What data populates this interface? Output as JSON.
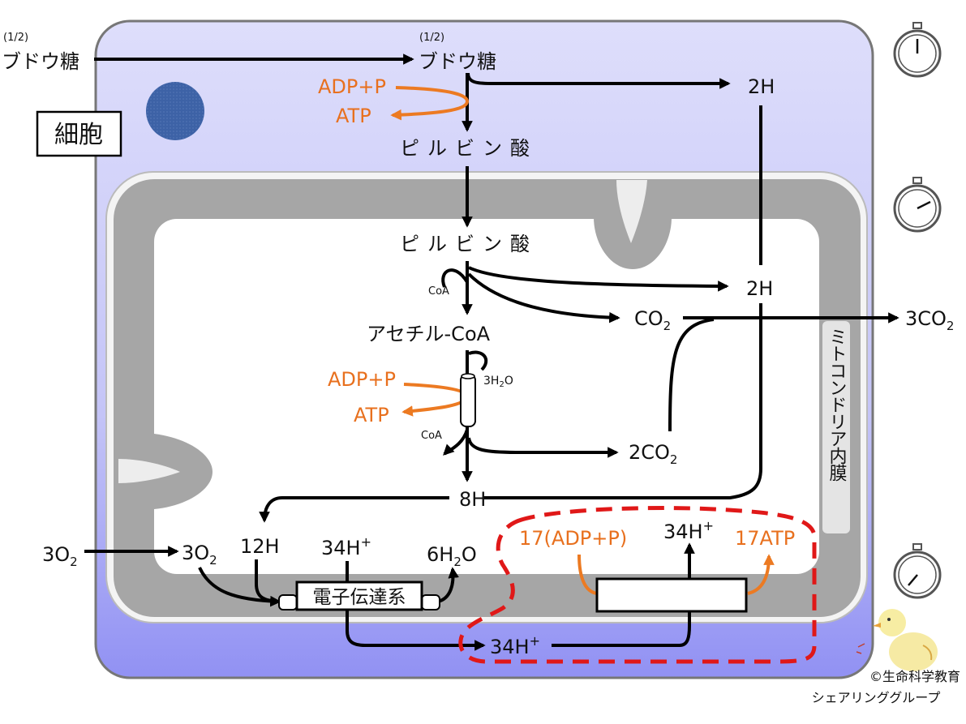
{
  "labels": {
    "cell": "細胞",
    "half_left": "(1/2)",
    "glucose_left": "ブドウ糖",
    "half_center": "(1/2)",
    "glucose_center": "ブドウ糖",
    "adp_p_top": "ADP+P",
    "atp_top": "ATP",
    "h2_top": "2H",
    "pyruvate_cyto": "ピルビン酸",
    "pyruvate_mito": "ピルビン酸",
    "coa_in": "CoA",
    "h2_mid": "2H",
    "co2": "CO",
    "co2_sub": "2",
    "co2_out": "3CO",
    "co2_out_sub": "2",
    "acetyl_coa": "アセチル-CoA",
    "adp_p_mid": "ADP+P",
    "atp_mid": "ATP",
    "water3": "3H",
    "water3_sub": "2",
    "water3_o": "O",
    "coa_out": "CoA",
    "co2_2": "2CO",
    "co2_2_sub": "2",
    "h8": "8H",
    "o2_out": "3O",
    "o2_out_sub": "2",
    "o2_in": "3O",
    "o2_in_sub": "2",
    "h12": "12H",
    "h34_left": "34H",
    "h34_left_sup": "+",
    "water6": "6H",
    "water6_sub": "2",
    "water6_o": "O",
    "etc": "電子伝達系",
    "adp17": "17(ADP+P)",
    "h34_right": "34H",
    "h34_right_sup": "+",
    "atp17": "17ATP",
    "h34_bottom": "34H",
    "h34_bottom_sup": "+",
    "membrane": "ミトコンドリア内膜",
    "credit1": "©生命科学教育",
    "credit2": "シェアリンググループ"
  },
  "colors": {
    "cell_fill_top": "#dcdcfa",
    "cell_fill_bottom": "#9494f4",
    "membrane": "#a6a6a6",
    "accent_orange": "#e8701e",
    "dashed_red": "#e01818",
    "nucleus": "#3a5ea0"
  },
  "icons": [
    "stopwatch-icon",
    "stopwatch-icon",
    "stopwatch-icon",
    "chick-icon"
  ]
}
